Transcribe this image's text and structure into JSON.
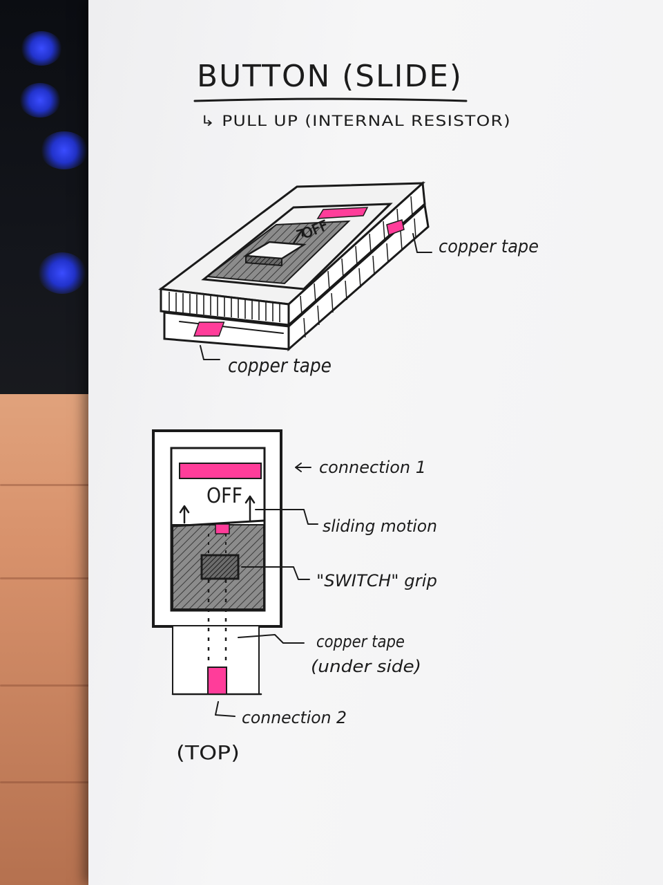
{
  "title": "BUTTON (SLIDE)",
  "subtitle": "↳ PULL UP (INTERNAL RESISTOR)",
  "iso": {
    "switch_label": "OFF",
    "label_copper_top": "copper tape",
    "label_copper_bottom": "copper tape"
  },
  "top_view": {
    "switch_label": "OFF",
    "connection_1": "connection 1",
    "sliding_motion": "sliding motion",
    "switch_grip": "\"SWITCH\" grip",
    "copper_tape_line1": "copper tape",
    "copper_tape_line2": "(under side)",
    "connection_2": "connection 2",
    "view_caption": "(TOP)"
  },
  "colors": {
    "copper_highlight": "#ff3d9a",
    "ink": "#1a1a1a",
    "paper": "#f4f4f5",
    "hatch_fill": "#8a8a8a"
  }
}
